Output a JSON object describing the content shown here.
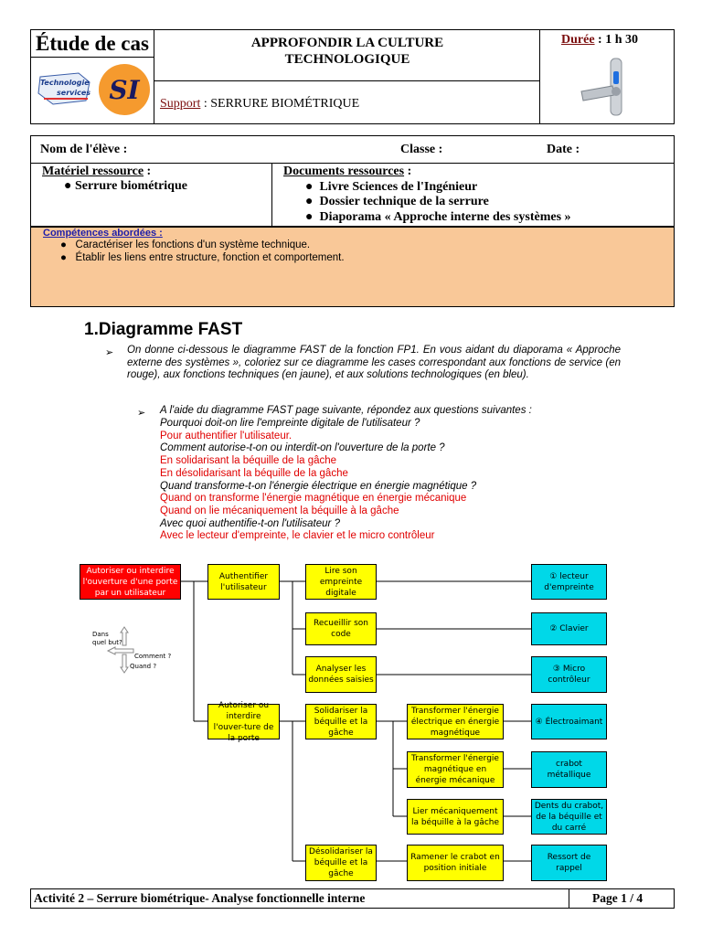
{
  "header": {
    "case_label": "Étude de cas",
    "title_line1": "APPROFONDIR LA CULTURE",
    "title_line2": "TECHNOLOGIQUE",
    "duration_label": "Durée",
    "duration_value": " : 1 h 30",
    "support_label": "Support",
    "support_value": " : SERRURE BIOMÉTRIQUE",
    "logo_text1": "Technologie",
    "logo_text2": "services",
    "logo_si": "SI"
  },
  "student": {
    "name_label": "Nom de l'élève :",
    "class_label": "Classe :",
    "date_label": "Date :"
  },
  "resources": {
    "material_title": "Matériel ressource",
    "material_items": [
      "Serrure biométrique"
    ],
    "documents_title": "Documents ressources",
    "documents_items": [
      "Livre Sciences de l'Ingénieur",
      "Dossier technique de la serrure",
      "Diaporama « Approche interne des systèmes »"
    ]
  },
  "competences": {
    "title": "Compétences abordées :",
    "items": [
      "Caractériser les fonctions d'un système technique.",
      "Établir les liens entre structure, fonction et comportement."
    ]
  },
  "section": {
    "title": "1.Diagramme FAST",
    "intro": "On donne ci-dessous le diagramme FAST de la fonction FP1. En vous aidant du diaporama « Approche externe des systèmes », coloriez sur ce diagramme les cases correspondant aux fonctions de service (en rouge), aux fonctions techniques (en jaune), et aux solutions technologiques (en bleu).",
    "q_intro": "A l'aide du diagramme FAST page suivante, répondez aux questions suivantes :",
    "qa": [
      {
        "t": "q",
        "text": "Pourquoi doit-on lire l'empreinte digitale de l'utilisateur ?"
      },
      {
        "t": "a",
        "text": "Pour authentifier l'utilisateur."
      },
      {
        "t": "q",
        "text": "Comment autorise-t-on ou interdit-on l'ouverture de la porte ?"
      },
      {
        "t": "a",
        "text": "En solidarisant la béquille de la gâche"
      },
      {
        "t": "a",
        "text": "En désolidarisant la béquille de la gâche"
      },
      {
        "t": "q",
        "text": "Quand transforme-t-on l'énergie électrique en énergie magnétique ?"
      },
      {
        "t": "a",
        "text": "Quand on transforme l'énergie magnétique en énergie mécanique"
      },
      {
        "t": "a",
        "text": "Quand on lie mécaniquement la béquille à la gâche"
      },
      {
        "t": "q",
        "text": "Avec quoi authentifie-t-on l'utilisateur ?"
      },
      {
        "t": "a",
        "text": "Avec le lecteur d'empreinte, le clavier et le micro contrôleur"
      }
    ]
  },
  "fast": {
    "fs": "Autoriser ou interdire l'ouverture d'une porte par un utilisateur",
    "ft1": "Authentifier l'utilisateur",
    "ft2": "Autoriser ou interdire l'ouver-ture de la porte",
    "ft11": "Lire son empreinte digitale",
    "ft12": "Recueillir son code",
    "ft13": "Analyser les données saisies",
    "ft21": "Solidariser la béquille et la gâche",
    "ft22": "Désolidariser la béquille et la gâche",
    "ft211": "Transformer l'énergie électrique en énergie magnétique",
    "ft212": "Transformer l'énergie magnétique en énergie mécanique",
    "ft213": "Lier mécaniquement la béquille à la gâche",
    "ft221": "Ramener le crabot en position initiale",
    "s1": "① lecteur d'empreinte",
    "s2": "② Clavier",
    "s3": "③ Micro contrôleur",
    "s4": "④ Électroaimant",
    "s5": "crabot métallique",
    "s6": "Dents du crabot, de la béquille et du carré",
    "s7": "Ressort de rappel",
    "legend_why": "Dans quel but?",
    "legend_how": "Comment ?",
    "legend_when": "Quand ?"
  },
  "footer": {
    "activity": "Activité 2 – Serrure biométrique- Analyse fonctionnelle interne",
    "page": "Page 1 / 4"
  }
}
